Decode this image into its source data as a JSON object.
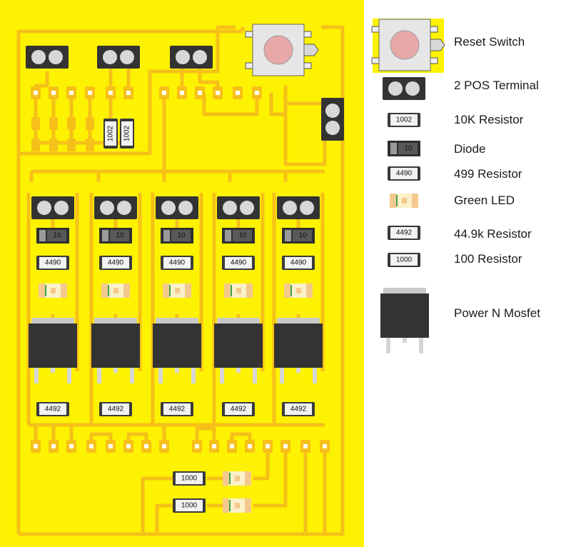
{
  "colors": {
    "board": "#fdf202",
    "trace": "#f6c018",
    "pad": "#f6c018",
    "component_dark": "#333333",
    "switch_button": "#e9a8a8"
  },
  "board": {
    "mosfet_resistor_values": [
      "4492",
      "4492",
      "4492",
      "4492",
      "4492"
    ],
    "diode_values": [
      "10",
      "10",
      "10",
      "10",
      "10"
    ],
    "led_resistor_values": [
      "4490",
      "4490",
      "4490",
      "4490",
      "4490"
    ],
    "pullup_resistor_values": [
      "1002",
      "1002"
    ],
    "indicator_resistor_values": [
      "1000",
      "1000"
    ]
  },
  "legend": {
    "items": [
      {
        "label": "Reset Switch",
        "icon": "reset-switch-icon"
      },
      {
        "label": "2 POS Terminal",
        "icon": "terminal-icon"
      },
      {
        "label": "10K Resistor",
        "icon": "resistor-icon",
        "code": "1002"
      },
      {
        "label": "Diode",
        "icon": "diode-icon",
        "code": "10"
      },
      {
        "label": "499 Resistor",
        "icon": "resistor-icon",
        "code": "4490"
      },
      {
        "label": "Green LED",
        "icon": "led-icon"
      },
      {
        "label": "44.9k Resistor",
        "icon": "resistor-icon",
        "code": "4492"
      },
      {
        "label": "100 Resistor",
        "icon": "resistor-icon",
        "code": "1000"
      },
      {
        "label": "Power N Mosfet",
        "icon": "mosfet-icon"
      }
    ]
  }
}
